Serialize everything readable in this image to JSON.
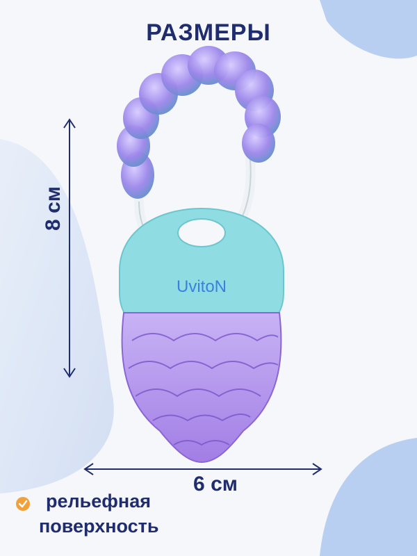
{
  "title": "РАЗМЕРЫ",
  "dimensions": {
    "height_label": "8 см",
    "width_label": "6 см"
  },
  "product": {
    "brand": "UvitoN"
  },
  "feature": {
    "line1": "рельефная",
    "line2": "поверхность",
    "icon": "check-circle-icon"
  },
  "colors": {
    "accent_blue": "#1f2c6e",
    "decor_blue": "#b9cff2",
    "teal": "#8fdde3",
    "violet": "#a98ae6",
    "check_orange": "#f2a13a"
  }
}
